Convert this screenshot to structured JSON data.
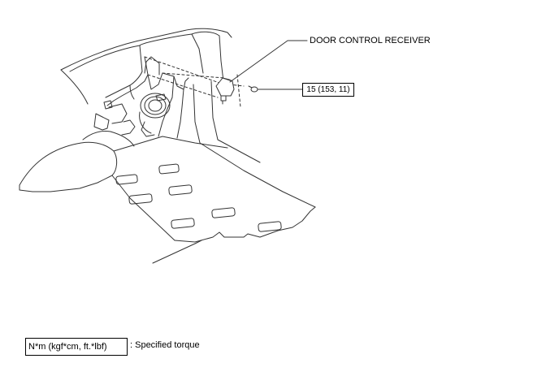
{
  "callouts": {
    "part_label": "DOOR CONTROL RECEIVER",
    "torque_value": "15 (153, 11)"
  },
  "legend": {
    "unit_box": "N*m (kgf*cm, ft.*lbf)",
    "description": ": Specified torque"
  },
  "colors": {
    "line": "#333333",
    "background": "#ffffff"
  }
}
